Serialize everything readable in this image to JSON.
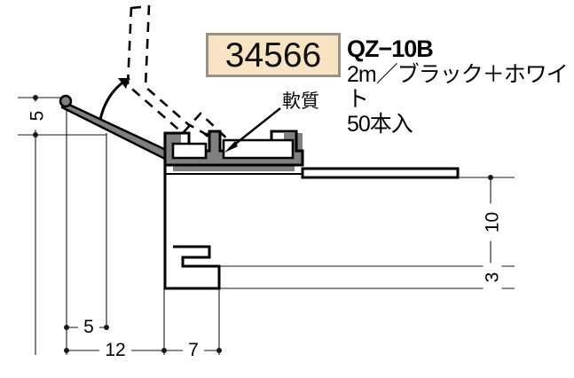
{
  "drawing": {
    "title": "QZ-10B cross-section profile drawing",
    "part_number": "34566",
    "product_code": "QZ−10B",
    "spec_line_2": "2m／ブラック＋ホワイト",
    "spec_line_3": "50本入",
    "callout_label": "軟質"
  },
  "dimensions": {
    "left_height": "5",
    "bottom_upper": "5",
    "bottom_overall": "12",
    "bottom_right": "7",
    "right_upper": "10",
    "right_lower": "3"
  },
  "colors": {
    "badge_fill": "#f9e3c5",
    "badge_border": "#9a9183",
    "soft_material_fill": "#808080",
    "outline": "#000000",
    "dimension_line": "#1a1a1a",
    "background": "#ffffff"
  },
  "icons": {
    "rotation_arrow": "curved-rotation-arrow",
    "callout_arrow": "leader-arrow",
    "phantom_outline": "dashed-alternate-position"
  }
}
